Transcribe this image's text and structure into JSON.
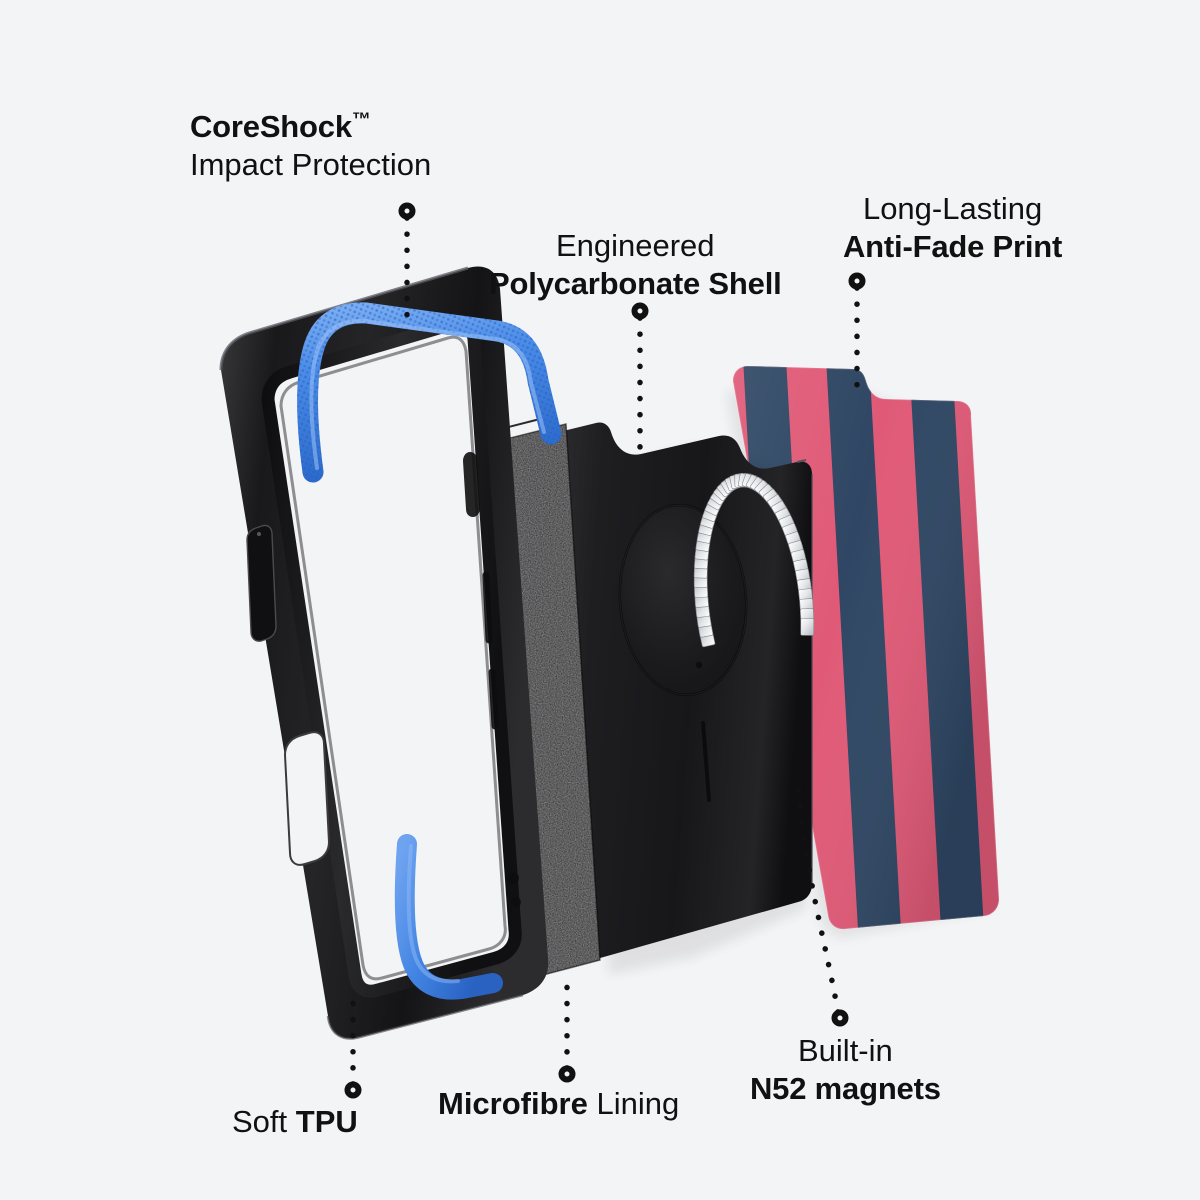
{
  "meta": {
    "subject": "exploded-view-phone-case",
    "background_color": "#f3f4f6",
    "text_color": "#111111"
  },
  "palette": {
    "background": "#f3f4f6",
    "tpu_blue": "#4a8ce8",
    "tpu_blue_dark": "#2f6fd0",
    "shell_black": "#1b1b1d",
    "bumper_black": "#202022",
    "microfibre_black": "#131314",
    "magnet_silver": "#e9eaec",
    "magnet_silver_dark": "#a9acb1",
    "print_pink": "#e05a77",
    "print_navy": "#2f4764",
    "leader_dot": "#111111"
  },
  "callouts": [
    {
      "id": "coreshock",
      "line1": "CoreShock",
      "trademark": "™",
      "line2": "Impact Protection",
      "line1_weight": "bold",
      "line2_weight": "regular",
      "leader": "vertical-dotted-down"
    },
    {
      "id": "polycarbonate",
      "line1": "Engineered",
      "line2": "Polycarbonate Shell",
      "line1_weight": "regular",
      "line2_weight": "bold",
      "leader": "vertical-dotted-down"
    },
    {
      "id": "antifade",
      "line1": "Long-Lasting",
      "line2": "Anti-Fade Print",
      "line1_weight": "regular",
      "line2_weight": "bold",
      "leader": "vertical-dotted-down"
    },
    {
      "id": "tpu",
      "text_regular": "Soft ",
      "text_bold": "TPU",
      "leader": "vertical-dotted-up"
    },
    {
      "id": "microfibre",
      "text_bold": "Microfibre",
      "text_regular": " Lining",
      "leader": "vertical-dotted-up"
    },
    {
      "id": "magnets",
      "line1": "Built-in",
      "line2": "N52 magnets",
      "line1_weight": "regular",
      "line2_weight": "bold",
      "leader": "curved-dotted-up"
    }
  ],
  "layers": [
    {
      "id": "tpu-bumper-frame",
      "label": "Soft TPU bumper frame",
      "color": "#202022"
    },
    {
      "id": "tpu-blue-accent-top",
      "label": "Blue TPU corner accent (top)",
      "color": "#4a8ce8"
    },
    {
      "id": "tpu-blue-accent-bottom",
      "label": "Blue TPU corner accent (bottom)",
      "color": "#4a8ce8"
    },
    {
      "id": "microfibre-lining",
      "label": "Microfibre lining panel",
      "color": "#131314"
    },
    {
      "id": "polycarbonate-shell",
      "label": "Polycarbonate shell with MagSafe ring",
      "color": "#1b1b1d"
    },
    {
      "id": "magnet-ring",
      "label": "N52 magnet ring",
      "color": "#e9eaec"
    },
    {
      "id": "printed-back-plate",
      "label": "Anti-fade printed back plate",
      "colors": [
        "#e05a77",
        "#2f4764"
      ]
    }
  ],
  "print_pattern": {
    "type": "vertical-stripes",
    "stripe_count": 7,
    "colors": [
      "#e05a77",
      "#2f4764"
    ]
  }
}
